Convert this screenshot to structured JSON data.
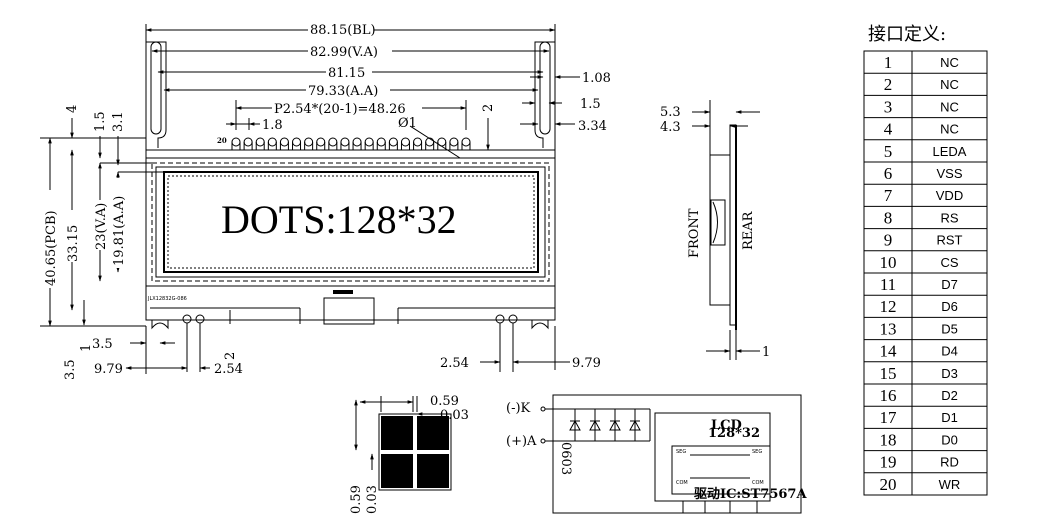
{
  "front_view": {
    "display_text": "DOTS:128*32",
    "dims": {
      "bl": "88.15(BL)",
      "va_h": "82.99(V.A)",
      "w_81": "81.15",
      "aa_h": "79.33(A.A)",
      "pitch": "P2.54*(20-1)=48.26",
      "d_1_08": "1.08",
      "d_1_5": "1.5",
      "d_3_34": "3.34",
      "d_1_8": "1.8",
      "d_2": "2",
      "d_4": "4",
      "d_1_5v": "1.5",
      "d_3_1": "3.1",
      "pcb_h": "40.65(PCB)",
      "d_33_15": "33.15",
      "va_v": "23(V.A)",
      "aa_v": "19.81(A.A)",
      "d_3_5": "3.5",
      "d_1": "1",
      "d_3_5b": "3.5",
      "d_9_79l": "9.79",
      "d_2_54l": "2.54",
      "d_2v": "2",
      "d_2_54r": "2.54",
      "d_9_79r": "9.79",
      "pin20": "20",
      "hole": "Ø1"
    }
  },
  "side_view": {
    "d_5_3": "5.3",
    "d_4_3": "4.3",
    "front": "FRONT",
    "rear": "REAR",
    "d_1": "1"
  },
  "pixel_detail": {
    "d_0_59": "0.59",
    "d_0_03": "0.03",
    "d_0_59v": "0.59",
    "d_0_03v": "0.03"
  },
  "circuit": {
    "k_label": "(-)K",
    "a_label": "(+)A",
    "led_pkg": "0603",
    "lcd": "LCD",
    "lcd_res": "128*32",
    "driver": "驱动IC:ST7567A",
    "seg_l": "SEG",
    "seg_r": "SEG",
    "com_l": "COM",
    "com_r": "COM"
  },
  "pin_table": {
    "title": "接口定义:",
    "rows": [
      {
        "num": "1",
        "name": "NC"
      },
      {
        "num": "2",
        "name": "NC"
      },
      {
        "num": "3",
        "name": "NC"
      },
      {
        "num": "4",
        "name": "NC"
      },
      {
        "num": "5",
        "name": "LEDA"
      },
      {
        "num": "6",
        "name": "VSS"
      },
      {
        "num": "7",
        "name": "VDD"
      },
      {
        "num": "8",
        "name": "RS"
      },
      {
        "num": "9",
        "name": "RST"
      },
      {
        "num": "10",
        "name": "CS"
      },
      {
        "num": "11",
        "name": "D7"
      },
      {
        "num": "12",
        "name": "D6"
      },
      {
        "num": "13",
        "name": "D5"
      },
      {
        "num": "14",
        "name": "D4"
      },
      {
        "num": "15",
        "name": "D3"
      },
      {
        "num": "16",
        "name": "D2"
      },
      {
        "num": "17",
        "name": "D1"
      },
      {
        "num": "18",
        "name": "D0"
      },
      {
        "num": "19",
        "name": "RD"
      },
      {
        "num": "20",
        "name": "WR"
      }
    ]
  }
}
